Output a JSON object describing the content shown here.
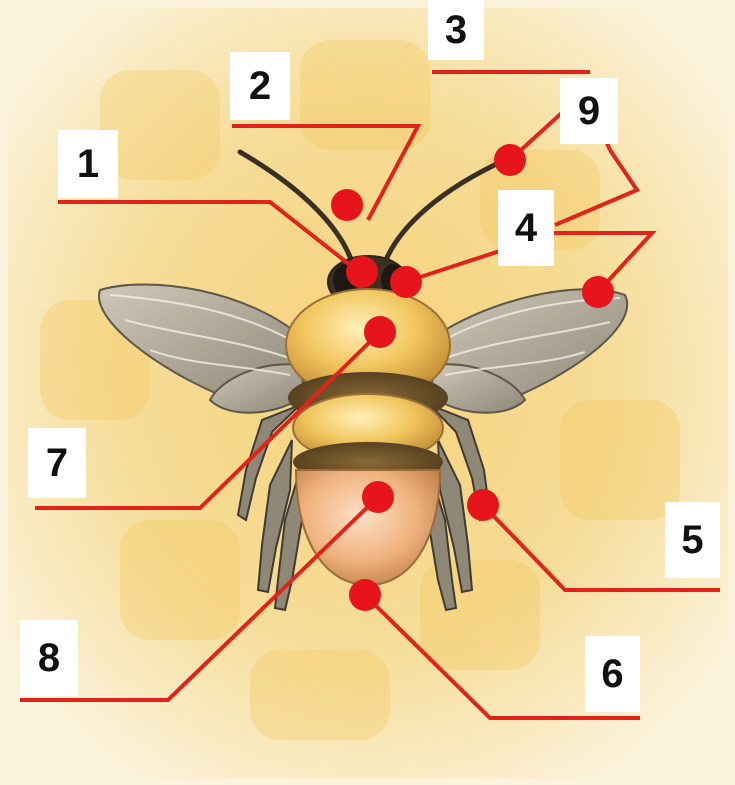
{
  "colors": {
    "leader": "#e2231a",
    "dot": "#e8141c",
    "paper": "#fbf3dc",
    "honey": "#f2c55c",
    "label_bg": "#ffffff",
    "label_text": "#111111"
  },
  "labels": {
    "l1": "1",
    "l2": "2",
    "l3": "3",
    "l4": "4",
    "l5": "5",
    "l6": "6",
    "l7": "7",
    "l8": "8",
    "l9": "9"
  },
  "figure": {
    "subject": "bee-illustration"
  }
}
